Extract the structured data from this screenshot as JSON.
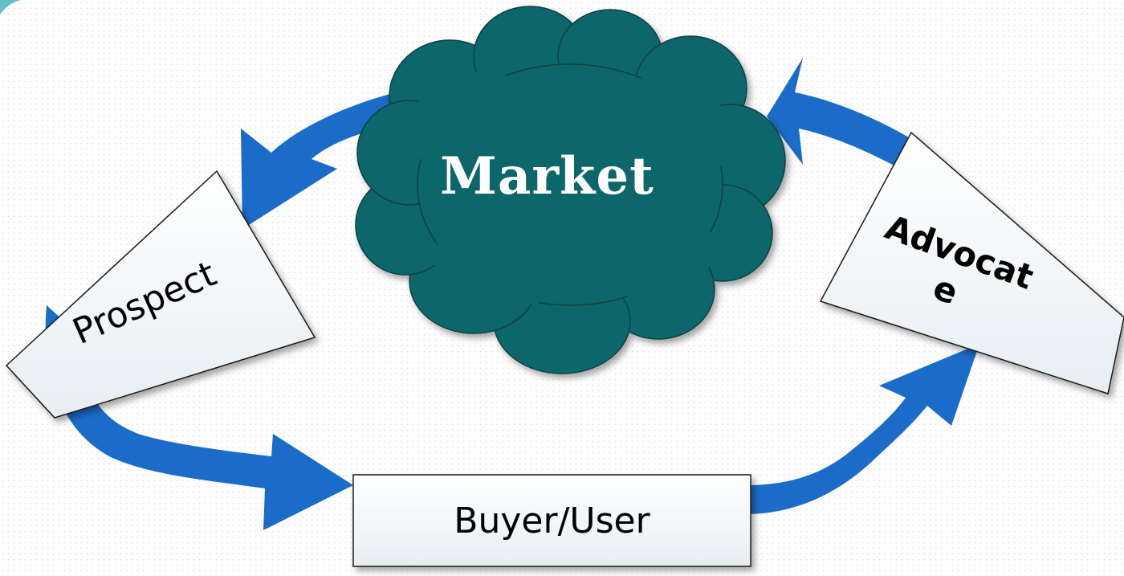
{
  "diagram": {
    "market": "Market",
    "prospect": "Prospect",
    "buyer": "Buyer/User",
    "advocate_line1": "Advocat",
    "advocate_line2": "e"
  },
  "colors": {
    "cloud_fill": "#0b666b",
    "arrow_fill": "#1b6cc8",
    "shape_fill": "#f2f7f9",
    "shape_stroke": "#1a1a1a"
  }
}
